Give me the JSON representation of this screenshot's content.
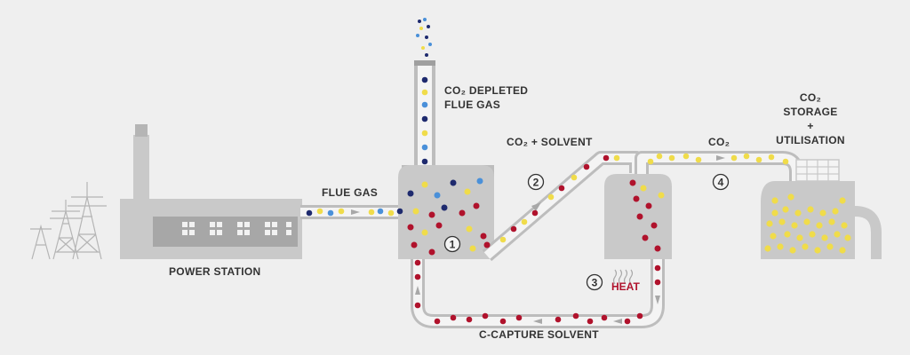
{
  "labels": {
    "power_station": "POWER STATION",
    "flue_gas": "FLUE GAS",
    "co2_depleted_line1": "CO₂ DEPLETED",
    "co2_depleted_line2": "FLUE GAS",
    "co2_solvent": "CO₂ + SOLVENT",
    "co2": "CO₂",
    "storage_line1": "CO₂",
    "storage_line2": "STORAGE",
    "storage_line3": "+",
    "storage_line4": "UTILISATION",
    "heat": "HEAT",
    "capture_solvent": "C-CAPTURE SOLVENT"
  },
  "steps": [
    "1",
    "2",
    "3",
    "4"
  ],
  "colors": {
    "background": "#efefef",
    "structure": "#c9c9c9",
    "structure_dark": "#9f9f9f",
    "window": "#f2f2f2",
    "pipe": "#bdbdbd",
    "pipe_inner": "#f4f4f4",
    "molecule_navy": "#1e2a6e",
    "molecule_blue": "#4a90d9",
    "molecule_yellow": "#f0dc4a",
    "molecule_red": "#b0122c",
    "heat": "#b0122c"
  },
  "icons": [
    "pylon-icon",
    "factory-icon",
    "absorber-icon",
    "chimney-icon",
    "regenerator-icon",
    "storage-tank-icon",
    "arrow-icon",
    "heat-wave-icon"
  ]
}
